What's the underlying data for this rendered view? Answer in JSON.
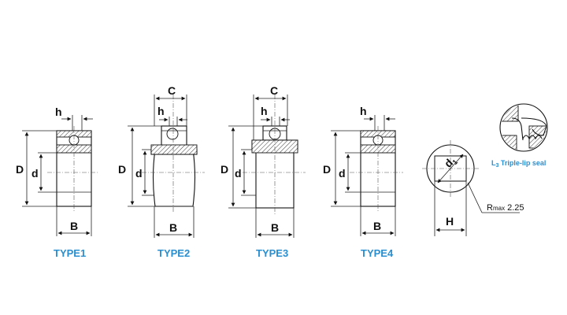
{
  "labels": {
    "h": "h",
    "C": "C",
    "D": "D",
    "d": "d",
    "B": "B",
    "H": "H",
    "d1": "d",
    "d1_sub": "1"
  },
  "types": [
    "TYPE1",
    "TYPE2",
    "TYPE3",
    "TYPE4"
  ],
  "notes": {
    "rmax_main": "R",
    "rmax_sub": "max",
    "rmax_value": " 2.25",
    "seal_prefix": "L",
    "seal_sub": "3",
    "seal_text": " Triple-lip seal"
  },
  "colors": {
    "caption": "#2a8fd0",
    "line": "#111111"
  }
}
